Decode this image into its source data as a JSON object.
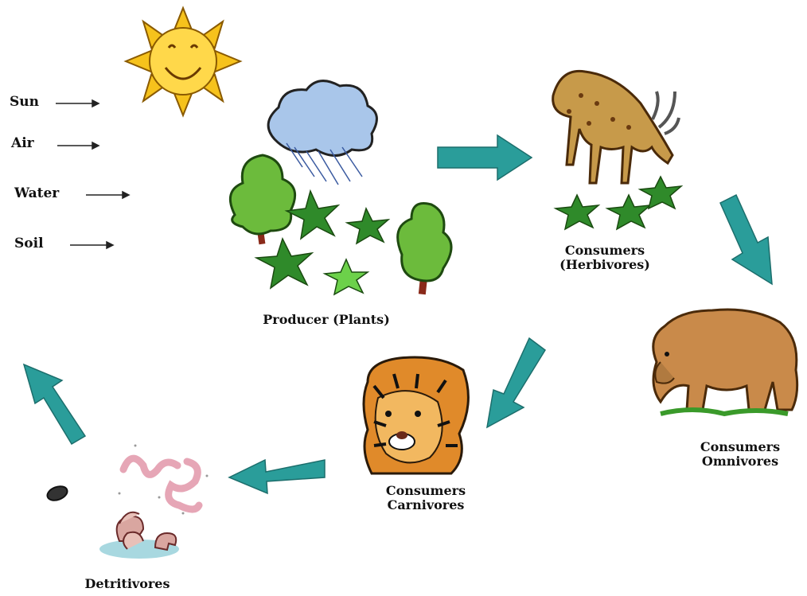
{
  "inputs": {
    "sun": "Sun",
    "air": "Air",
    "water": "Water",
    "soil": "Soil"
  },
  "labels": {
    "producer": "Producer (Plants)",
    "herbivores_line1": "Consumers",
    "herbivores_line2": "(Herbivores)",
    "omnivores_line1": "Consumers",
    "omnivores_line2": "Omnivores",
    "carnivores_line1": "Consumers",
    "carnivores_line2": "Carnivores",
    "detritivores": "Detritivores"
  },
  "colors": {
    "arrow": "#2a9d9a",
    "sun": "#f6c21c",
    "sun_face": "#ffd84a",
    "cloud": "#a9c6ea",
    "tree": "#6cbb3c",
    "trunk": "#8a2a1a",
    "plant": "#2f8a2a",
    "deer": "#c79a4a",
    "bear": "#c98a4a",
    "tiger": "#e08a2a",
    "worm": "#e6a6b6",
    "mushroom": "#d9a6a0"
  }
}
